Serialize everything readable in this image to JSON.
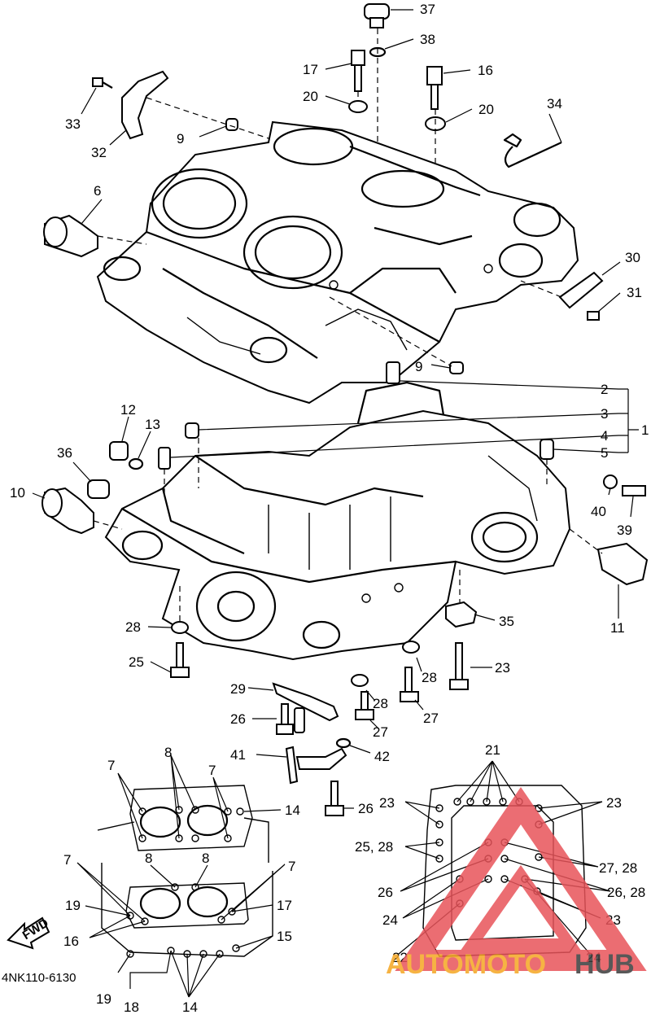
{
  "diagram_code": "4NK110-6130",
  "fwd_label": "FWD",
  "watermark": {
    "text_colored": "AUTOMOTO",
    "text_dark": "HUB",
    "colors": {
      "triangle": "#e8545a",
      "orange": "#f5a623",
      "dark": "#3b3b3b"
    }
  },
  "callouts": {
    "c1": "1",
    "c2": "2",
    "c3": "3",
    "c4": "4",
    "c5": "5",
    "c6": "6",
    "c7a": "7",
    "c7b": "7",
    "c7c": "7",
    "c7d": "7",
    "c8a": "8",
    "c8b": "8",
    "c8c": "8",
    "c9a": "9",
    "c9b": "9",
    "c10": "10",
    "c11": "11",
    "c12": "12",
    "c13": "13",
    "c14a": "14",
    "c14b": "14",
    "c15": "15",
    "c16a": "16",
    "c16b": "16",
    "c17a": "17",
    "c17b": "17",
    "c18": "18",
    "c19a": "19",
    "c19b": "19",
    "c20a": "20",
    "c20b": "20",
    "c21": "21",
    "c22": "22",
    "c23a": "23",
    "c23b": "23",
    "c23c": "23",
    "c23d": "23",
    "c24a": "24",
    "c24b": "24",
    "c25a": "25",
    "c25_28": "25, 28",
    "c26a": "26",
    "c26b": "26",
    "c26c": "26",
    "c26_28": "26, 28",
    "c27a": "27",
    "c27b": "27",
    "c27_28": "27, 28",
    "c28a": "28",
    "c28b": "28",
    "c28c": "28",
    "c29": "29",
    "c30": "30",
    "c31": "31",
    "c32": "32",
    "c33": "33",
    "c34": "34",
    "c35": "35",
    "c36": "36",
    "c37": "37",
    "c38": "38",
    "c39": "39",
    "c40": "40",
    "c41": "41",
    "c42": "42"
  }
}
